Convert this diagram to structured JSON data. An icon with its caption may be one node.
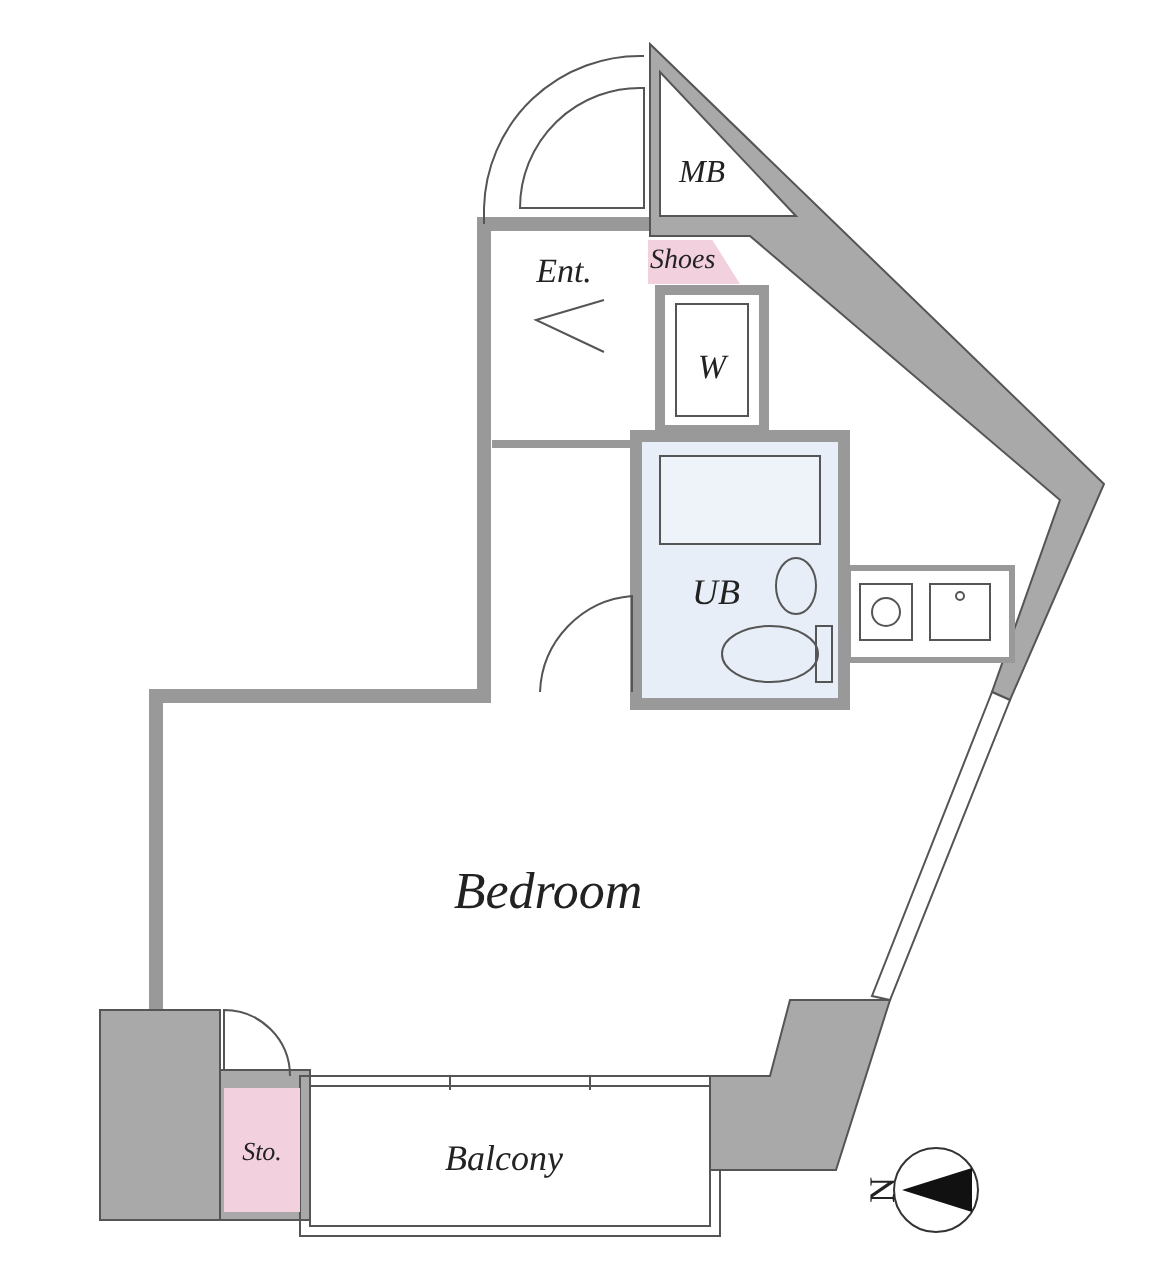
{
  "diagram": {
    "nodes": [
      {
        "text": [
          "MB"
        ]
      },
      {
        "text": [
          "Ent."
        ]
      },
      {
        "text": [
          "Shoes"
        ]
      },
      {
        "text": [
          "W"
        ]
      },
      {
        "text": [
          "UB"
        ]
      },
      {
        "text": [
          "Bedroom"
        ]
      },
      {
        "text": [
          "Sto."
        ]
      },
      {
        "text": [
          "Balcony"
        ]
      }
    ],
    "labels": [
      "N"
    ]
  }
}
